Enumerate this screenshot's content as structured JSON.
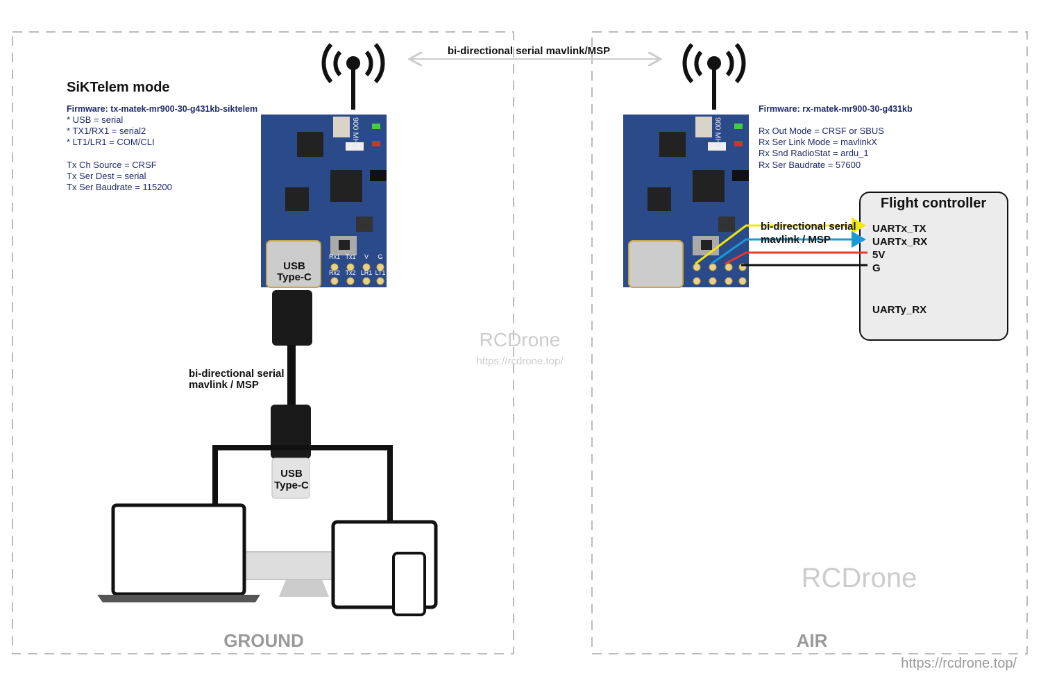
{
  "top_link_label": "bi-directional serial mavlink/MSP",
  "ground": {
    "title": "SiKTelem mode",
    "firmware": "Firmware: tx-matek-mr900-30-g431kb-siktelem",
    "lines": [
      "* USB = serial",
      "* TX1/RX1 = serial2",
      "* LT1/LR1 = COM/CLI",
      "Tx Ch Source = CRSF",
      "Tx Ser Dest = serial",
      "Tx Ser Baudrate = 115200"
    ],
    "board_usb_label": [
      "USB",
      "Type-C"
    ],
    "cable_label": [
      "bi-directional serial",
      "mavlink / MSP"
    ],
    "plug_label": [
      "USB",
      "Type-C"
    ],
    "section_label": "GROUND"
  },
  "board": {
    "freq": "900 MHz",
    "pads_top": [
      "Rx1",
      "Tx1",
      "V",
      "G"
    ],
    "pads_bottom": [
      "Rx2",
      "Tx2",
      "LR1",
      "LT1"
    ]
  },
  "air": {
    "firmware": "Firmware: rx-matek-mr900-30-g431kb",
    "lines": [
      "Rx Out Mode = CRSF or SBUS",
      "Rx Ser Link Mode = mavlinkX",
      "Rx Snd RadioStat = ardu_1",
      "Rx Ser Baudrate = 57600"
    ],
    "wire_label": [
      "bi-directional serial",
      "mavlink / MSP"
    ],
    "section_label": "AIR"
  },
  "flight_controller": {
    "title": "Flight controller",
    "pins": [
      "UARTx_TX",
      "UARTx_RX",
      "5V",
      "G",
      "UARTy_RX"
    ]
  },
  "wire_colors": {
    "tx": "#f5e800",
    "rx": "#1a9ad6",
    "power": "#e03a2f",
    "ground": "#111111"
  },
  "watermarks": {
    "center_brand": "RCDrone",
    "center_url": "https://rcdrone.top/",
    "right_brand": "RCDrone",
    "footer_url": "https://rcdrone.top/"
  }
}
